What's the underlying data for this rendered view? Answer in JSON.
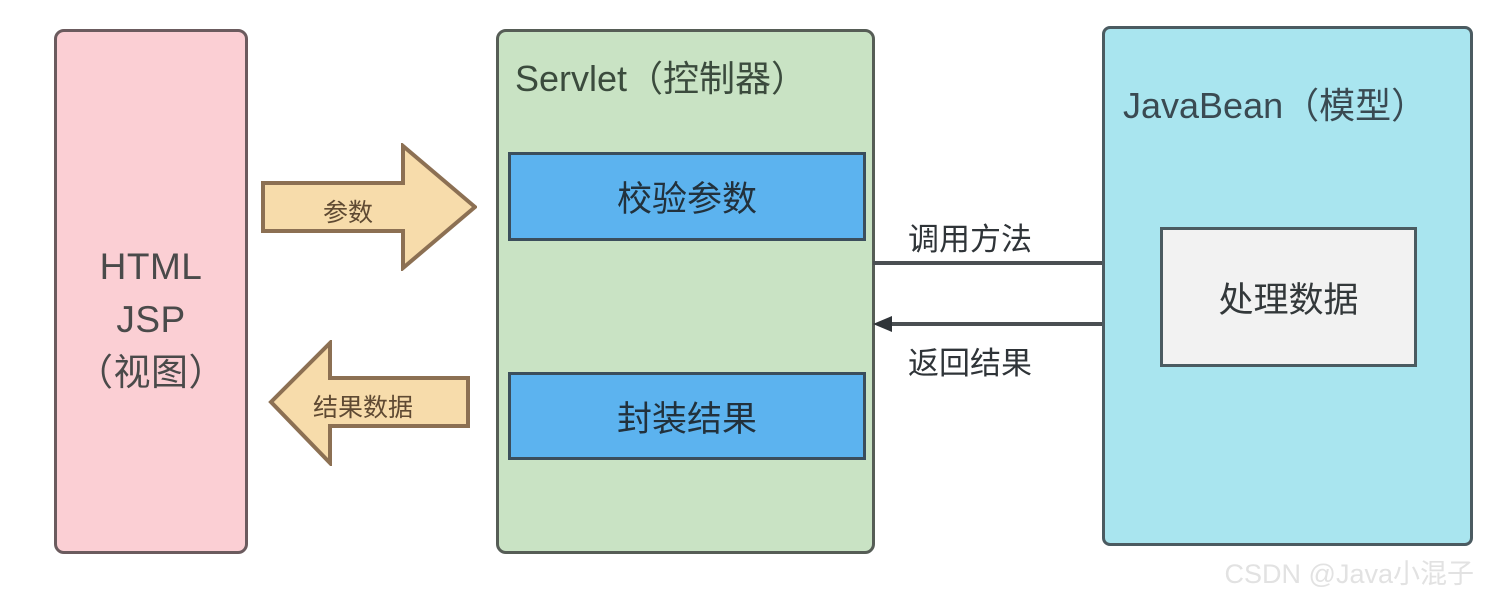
{
  "diagram": {
    "title": "MVC Servlet JavaBean flow",
    "colors": {
      "view_fill": "#fbcfd4",
      "controller_fill": "#c9e3c4",
      "model_fill": "#a9e5ef",
      "step_fill": "#5cb3ef",
      "process_fill": "#f2f2f2",
      "block_arrow_fill": "#f7dcab",
      "block_arrow_stroke": "#8c7053",
      "line_stroke": "#4a4f52"
    },
    "view": {
      "line1": "HTML",
      "line2": "JSP",
      "line3": "（视图）"
    },
    "controller": {
      "title": "Servlet（控制器）",
      "steps": [
        {
          "label": "校验参数"
        },
        {
          "label": "封装结果"
        }
      ]
    },
    "model": {
      "title": "JavaBean（模型）",
      "process": {
        "label": "处理数据"
      }
    },
    "block_arrows": [
      {
        "label": "参数",
        "direction": "right"
      },
      {
        "label": "结果数据",
        "direction": "left"
      }
    ],
    "line_arrows": [
      {
        "label": "调用方法",
        "direction": "right"
      },
      {
        "label": "返回结果",
        "direction": "left"
      }
    ],
    "watermark": "CSDN @Java小混子"
  }
}
